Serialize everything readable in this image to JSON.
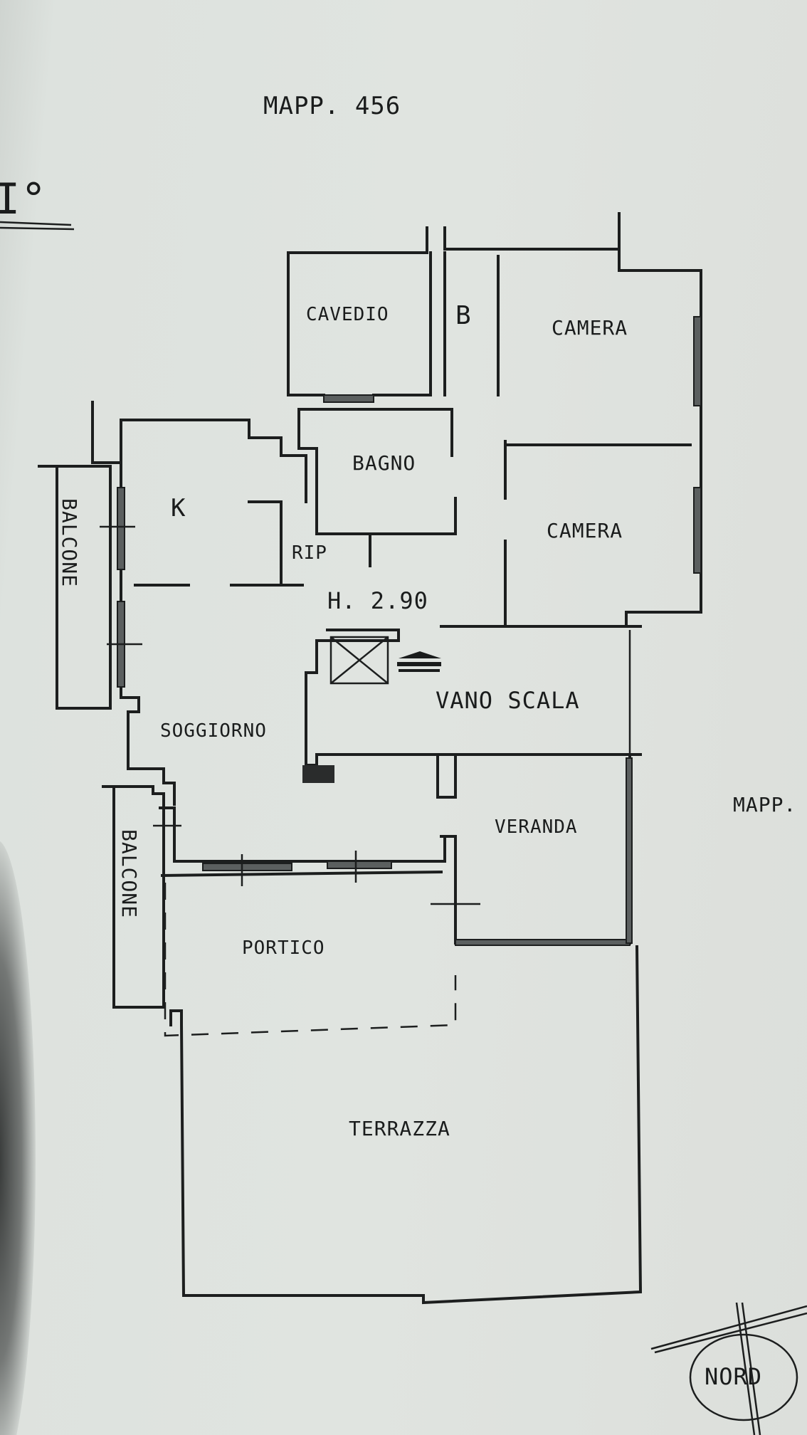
{
  "header": {
    "map_ref": "MAPP. 456",
    "floor_mark": "I°",
    "side_ref": "MAPP."
  },
  "rooms": {
    "cavedio": "CAVEDIO",
    "bagno_short": "B",
    "camera_1": "CAMERA",
    "camera_2": "CAMERA",
    "bagno": "BAGNO",
    "cucina": "K",
    "ripostiglio": "RIP",
    "balcone_1": "BALCONE",
    "balcone_2": "BALCONE",
    "soggiorno": "SOGGIORNO",
    "vano_scala": "VANO SCALA",
    "veranda": "VERANDA",
    "portico": "PORTICO",
    "terrazza": "TERRAZZA"
  },
  "height_note": "H. 2.90",
  "compass": "NORD"
}
